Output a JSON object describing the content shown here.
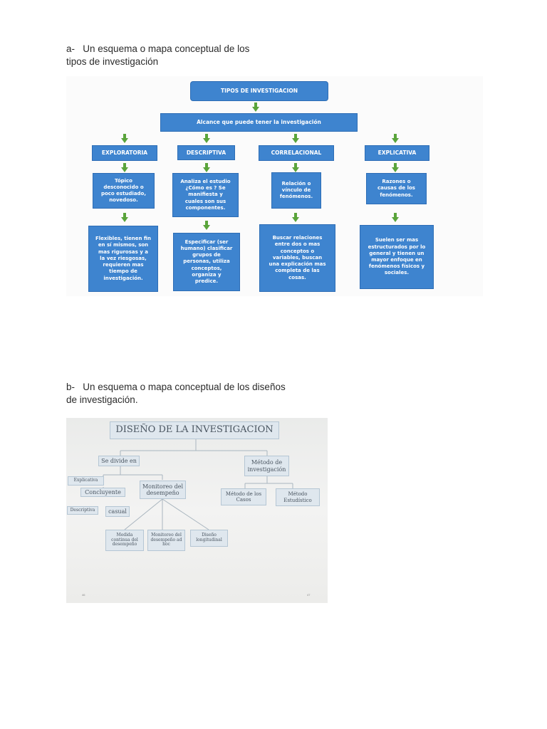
{
  "question_a": {
    "prefix": "a-",
    "line1": "Un esquema o mapa conceptual de los",
    "line2": "tipos de investigación"
  },
  "question_b": {
    "prefix": "b-",
    "line1": "Un esquema o mapa conceptual de los diseños",
    "line2": "de investigación."
  },
  "diagram_a": {
    "root": "TIPOS DE INVESTIGACION",
    "level2": "Alcance que puede tener la investigación",
    "types": [
      {
        "title": "EXPLORATORIA",
        "desc": [
          "Tópico",
          "desconocido o",
          "poco estudiado,",
          "novedoso."
        ],
        "detail": [
          "Flexibles, tienen fin",
          "en sí mismos, son",
          "mas rigurosas y a",
          "la vez riesgosas,",
          "requieren mas",
          "tiempo de",
          "investigación."
        ]
      },
      {
        "title": "DESCRIPTIVA",
        "desc": [
          "Analiza el estudio",
          "¿Cómo es ? Se",
          "manifiesta y",
          "cuales son sus",
          "componentes."
        ],
        "detail": [
          "Especificar (ser",
          "humano) clasificar",
          "grupos de",
          "personas, utiliza",
          "conceptos,",
          "organiza y",
          "predice."
        ]
      },
      {
        "title": "CORRELACIONAL",
        "desc": [
          "Relación o",
          "vínculo de",
          "fenómenos."
        ],
        "detail": [
          "Buscar relaciones",
          "entre dos o mas",
          "conceptos o",
          "variables, buscan",
          "una explicación mas",
          "completa de las",
          "cosas."
        ]
      },
      {
        "title": "EXPLICATIVA",
        "desc": [
          "Razones o",
          "causas de los",
          "fenómenos."
        ],
        "detail": [
          "Suelen ser mas",
          "estructurados por lo",
          "general y tienen un",
          "mayor enfoque en",
          "fenómenos físicos y",
          "sociales."
        ]
      }
    ]
  },
  "diagram_b": {
    "title": "DISEÑO DE LA INVESTIGACION",
    "se_divide": "Se divide en",
    "metodo": [
      "Método de",
      "investigación"
    ],
    "explicativa": "Explicativa",
    "concluyente": "Concluyente",
    "descriptiva": "Descriptiva",
    "casual": "casual",
    "monitoreo": [
      "Monitoreo del",
      "desempeño"
    ],
    "medida": [
      "Medida",
      "continua del",
      "desempeño"
    ],
    "monitoreo_ad_hoc": [
      "Monitoreo del",
      "desempeño ad",
      "hoc"
    ],
    "diseno_longitudinal": [
      "Diseño",
      "longitudinal"
    ],
    "metodo_casos": [
      "Método de los",
      "Casos"
    ],
    "metodo_estudistico": [
      "Método",
      "Estudístico"
    ],
    "slide_num_left": "46",
    "slide_num_right": "47"
  }
}
